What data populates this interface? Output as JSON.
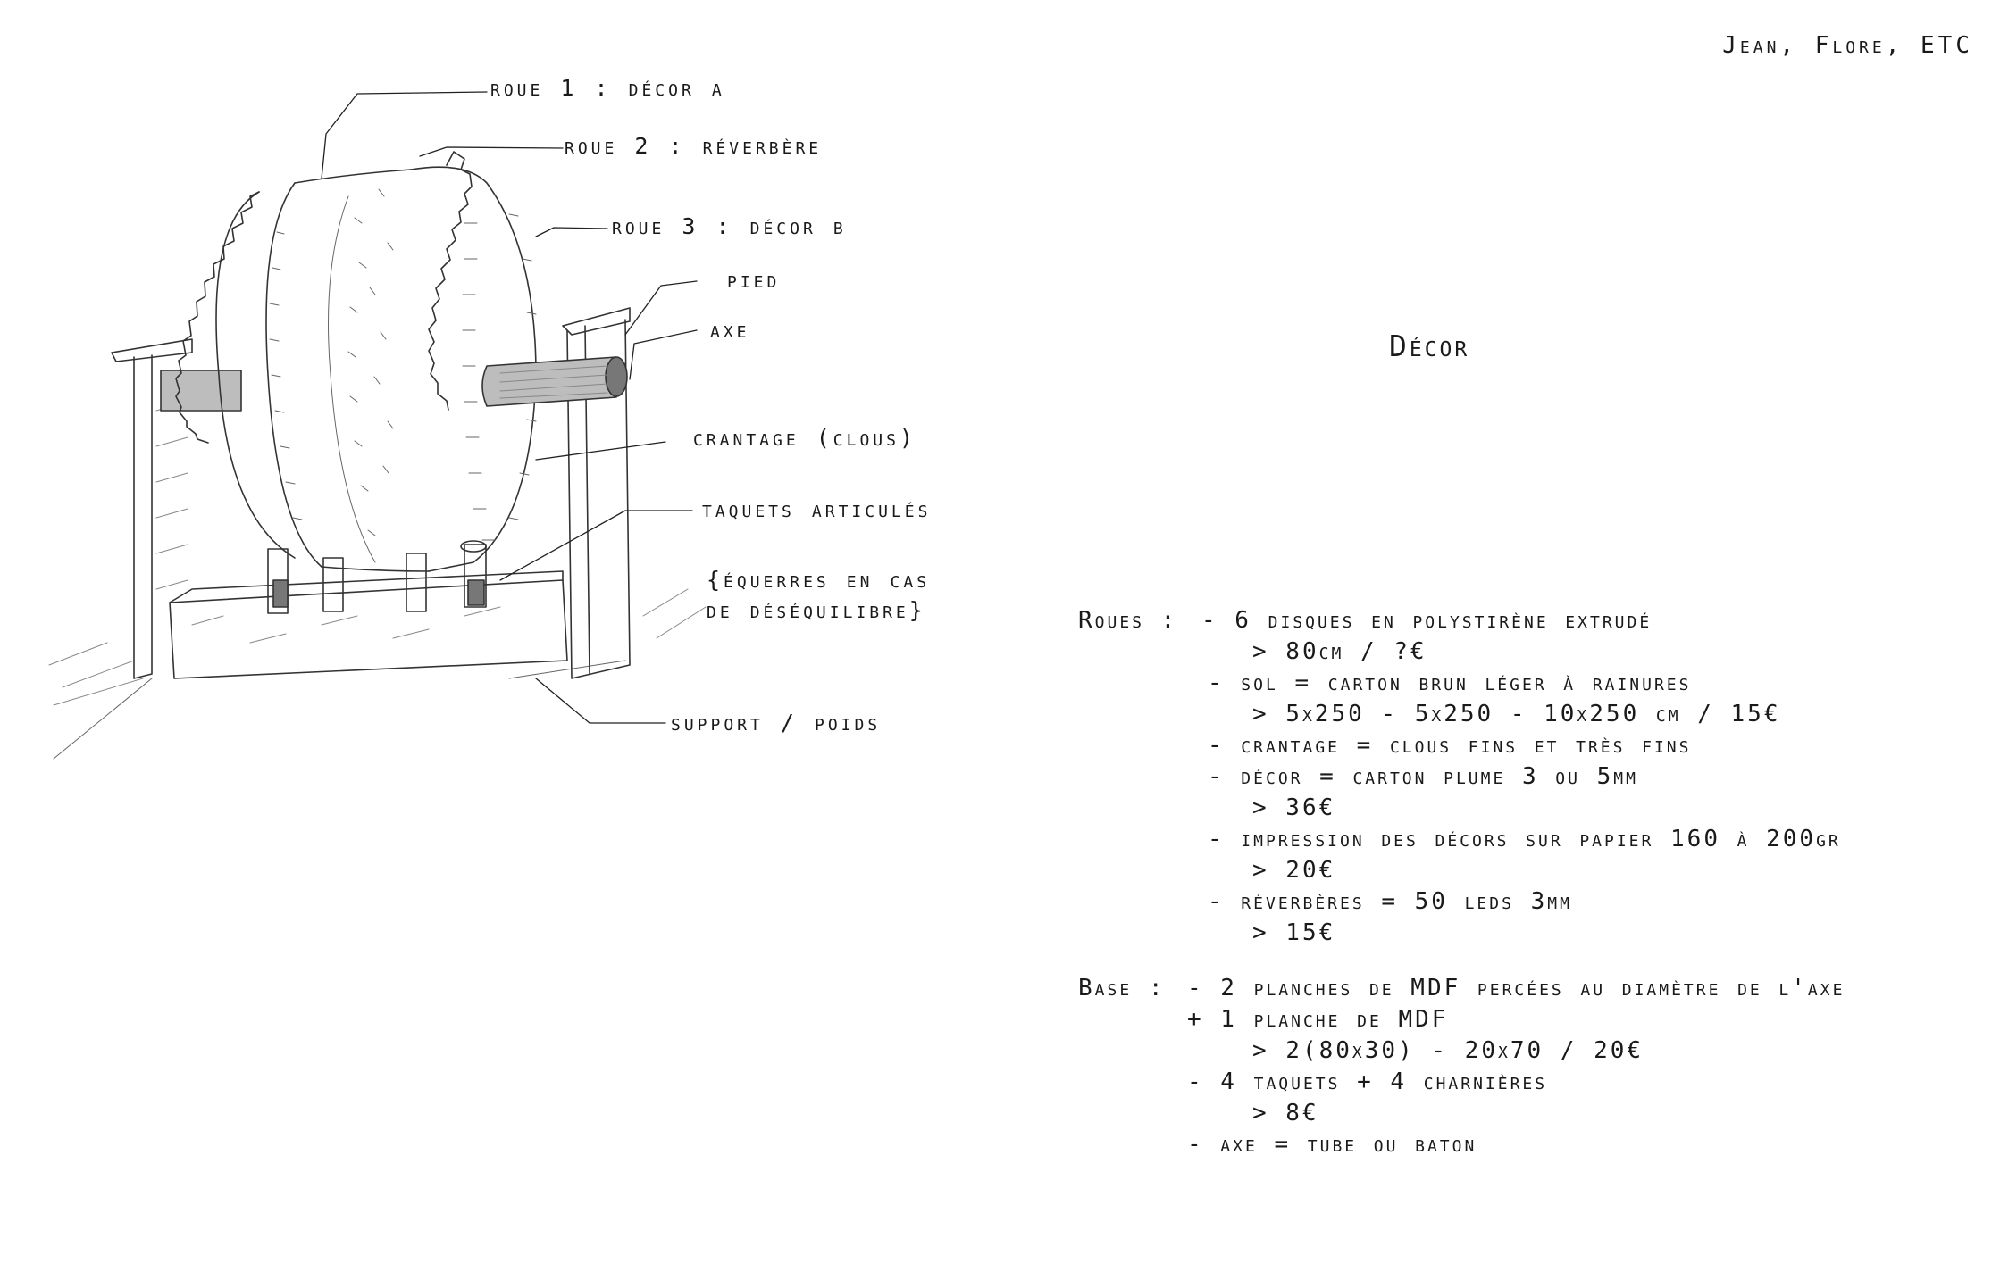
{
  "header": {
    "authors": "Jean, Flore, ETC"
  },
  "title": "Décor",
  "diagram": {
    "labels": {
      "roue1": "roue 1 : décor a",
      "roue2": "roue 2 : réverbère",
      "roue3": "roue 3 : décor b",
      "pied": "pied",
      "axe": "axe",
      "crantage": "crantage (clous)",
      "taquets": "taquets articulés",
      "equerres_line1": "{équerres en cas",
      "equerres_line2": "de déséquilibre}",
      "support": "support / poids"
    },
    "icons": {
      "sketch": "rotating-wheel-stage-sketch"
    }
  },
  "notes": {
    "roues": {
      "heading": "Roues : ",
      "items": [
        "- 6 disques en polystirène extrudé",
        "> 80cm / ?€",
        "- sol = carton brun léger à rainures",
        "> 5x250 - 5x250 - 10x250 cm / 15€",
        "- crantage = clous fins et très fins",
        "- décor = carton plume 3 ou 5mm",
        "> 36€",
        "- impression des décors sur papier 160 à 200gr",
        "> 20€",
        "- réverbères = 50 leds 3mm",
        "> 15€"
      ]
    },
    "base": {
      "heading": "Base : ",
      "items": [
        "- 2 planches de MDF percées au diamètre de l'axe",
        "+ 1 planche de MDF",
        "> 2(80x30) - 20x70 / 20€",
        "- 4 taquets + 4 charnières",
        "> 8€",
        "- axe = tube ou baton"
      ]
    }
  }
}
